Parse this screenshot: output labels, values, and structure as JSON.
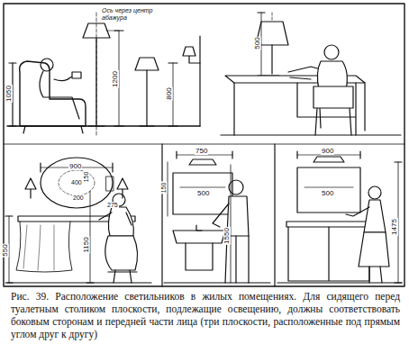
{
  "diagram": {
    "caption": "Рис. 39. Расположение светильников в жилых помещениях. Для сидящего перед туалетным столиком плоскости, подлежащие освещению, должны соответствовать боковым сторонам и передней части лица (три плоскости, расположенные под прямым углом друг к другу)",
    "labels": [
      "Ось через центр абажура",
      "1200",
      "800",
      "1050",
      "500",
      "900",
      "400",
      "200",
      "150",
      "275",
      "1150",
      "550",
      "750",
      "500",
      "150",
      "1550",
      "900",
      "500",
      "1475"
    ]
  }
}
